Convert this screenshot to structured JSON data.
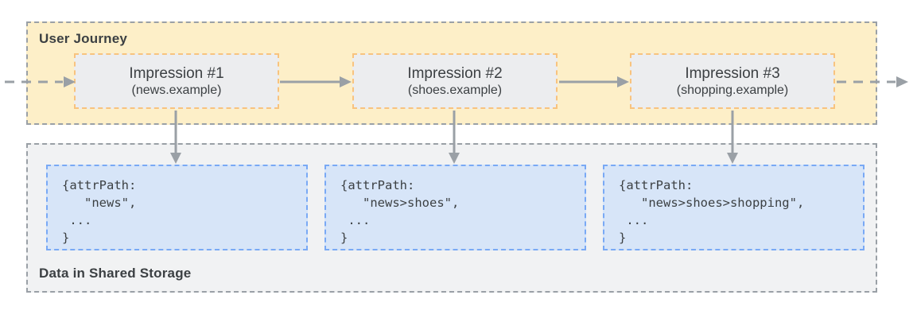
{
  "journey": {
    "label": "User Journey",
    "impressions": [
      {
        "title": "Impression #1",
        "domain": "(news.example)"
      },
      {
        "title": "Impression #2",
        "domain": "(shoes.example)"
      },
      {
        "title": "Impression #3",
        "domain": "(shopping.example)"
      }
    ]
  },
  "storage": {
    "label": "Data in Shared Storage",
    "entries": [
      {
        "code": "{attrPath:\n   \"news\",\n ...\n}"
      },
      {
        "code": "{attrPath:\n   \"news>shoes\",\n ...\n}"
      },
      {
        "code": "{attrPath:\n   \"news>shoes>shopping\",\n ...\n}"
      }
    ]
  },
  "colors": {
    "page_bg": "#ffffff",
    "journey_bg": "#fdefc8",
    "storage_bg": "#f1f2f3",
    "impression_bg": "#ecedef",
    "impression_border": "#f8c37e",
    "code_bg": "#d7e5f8",
    "code_border": "#79a9f5",
    "region_border": "#9aa0a6",
    "arrow_color": "#9aa0a6",
    "text_dark": "#3c4043"
  }
}
